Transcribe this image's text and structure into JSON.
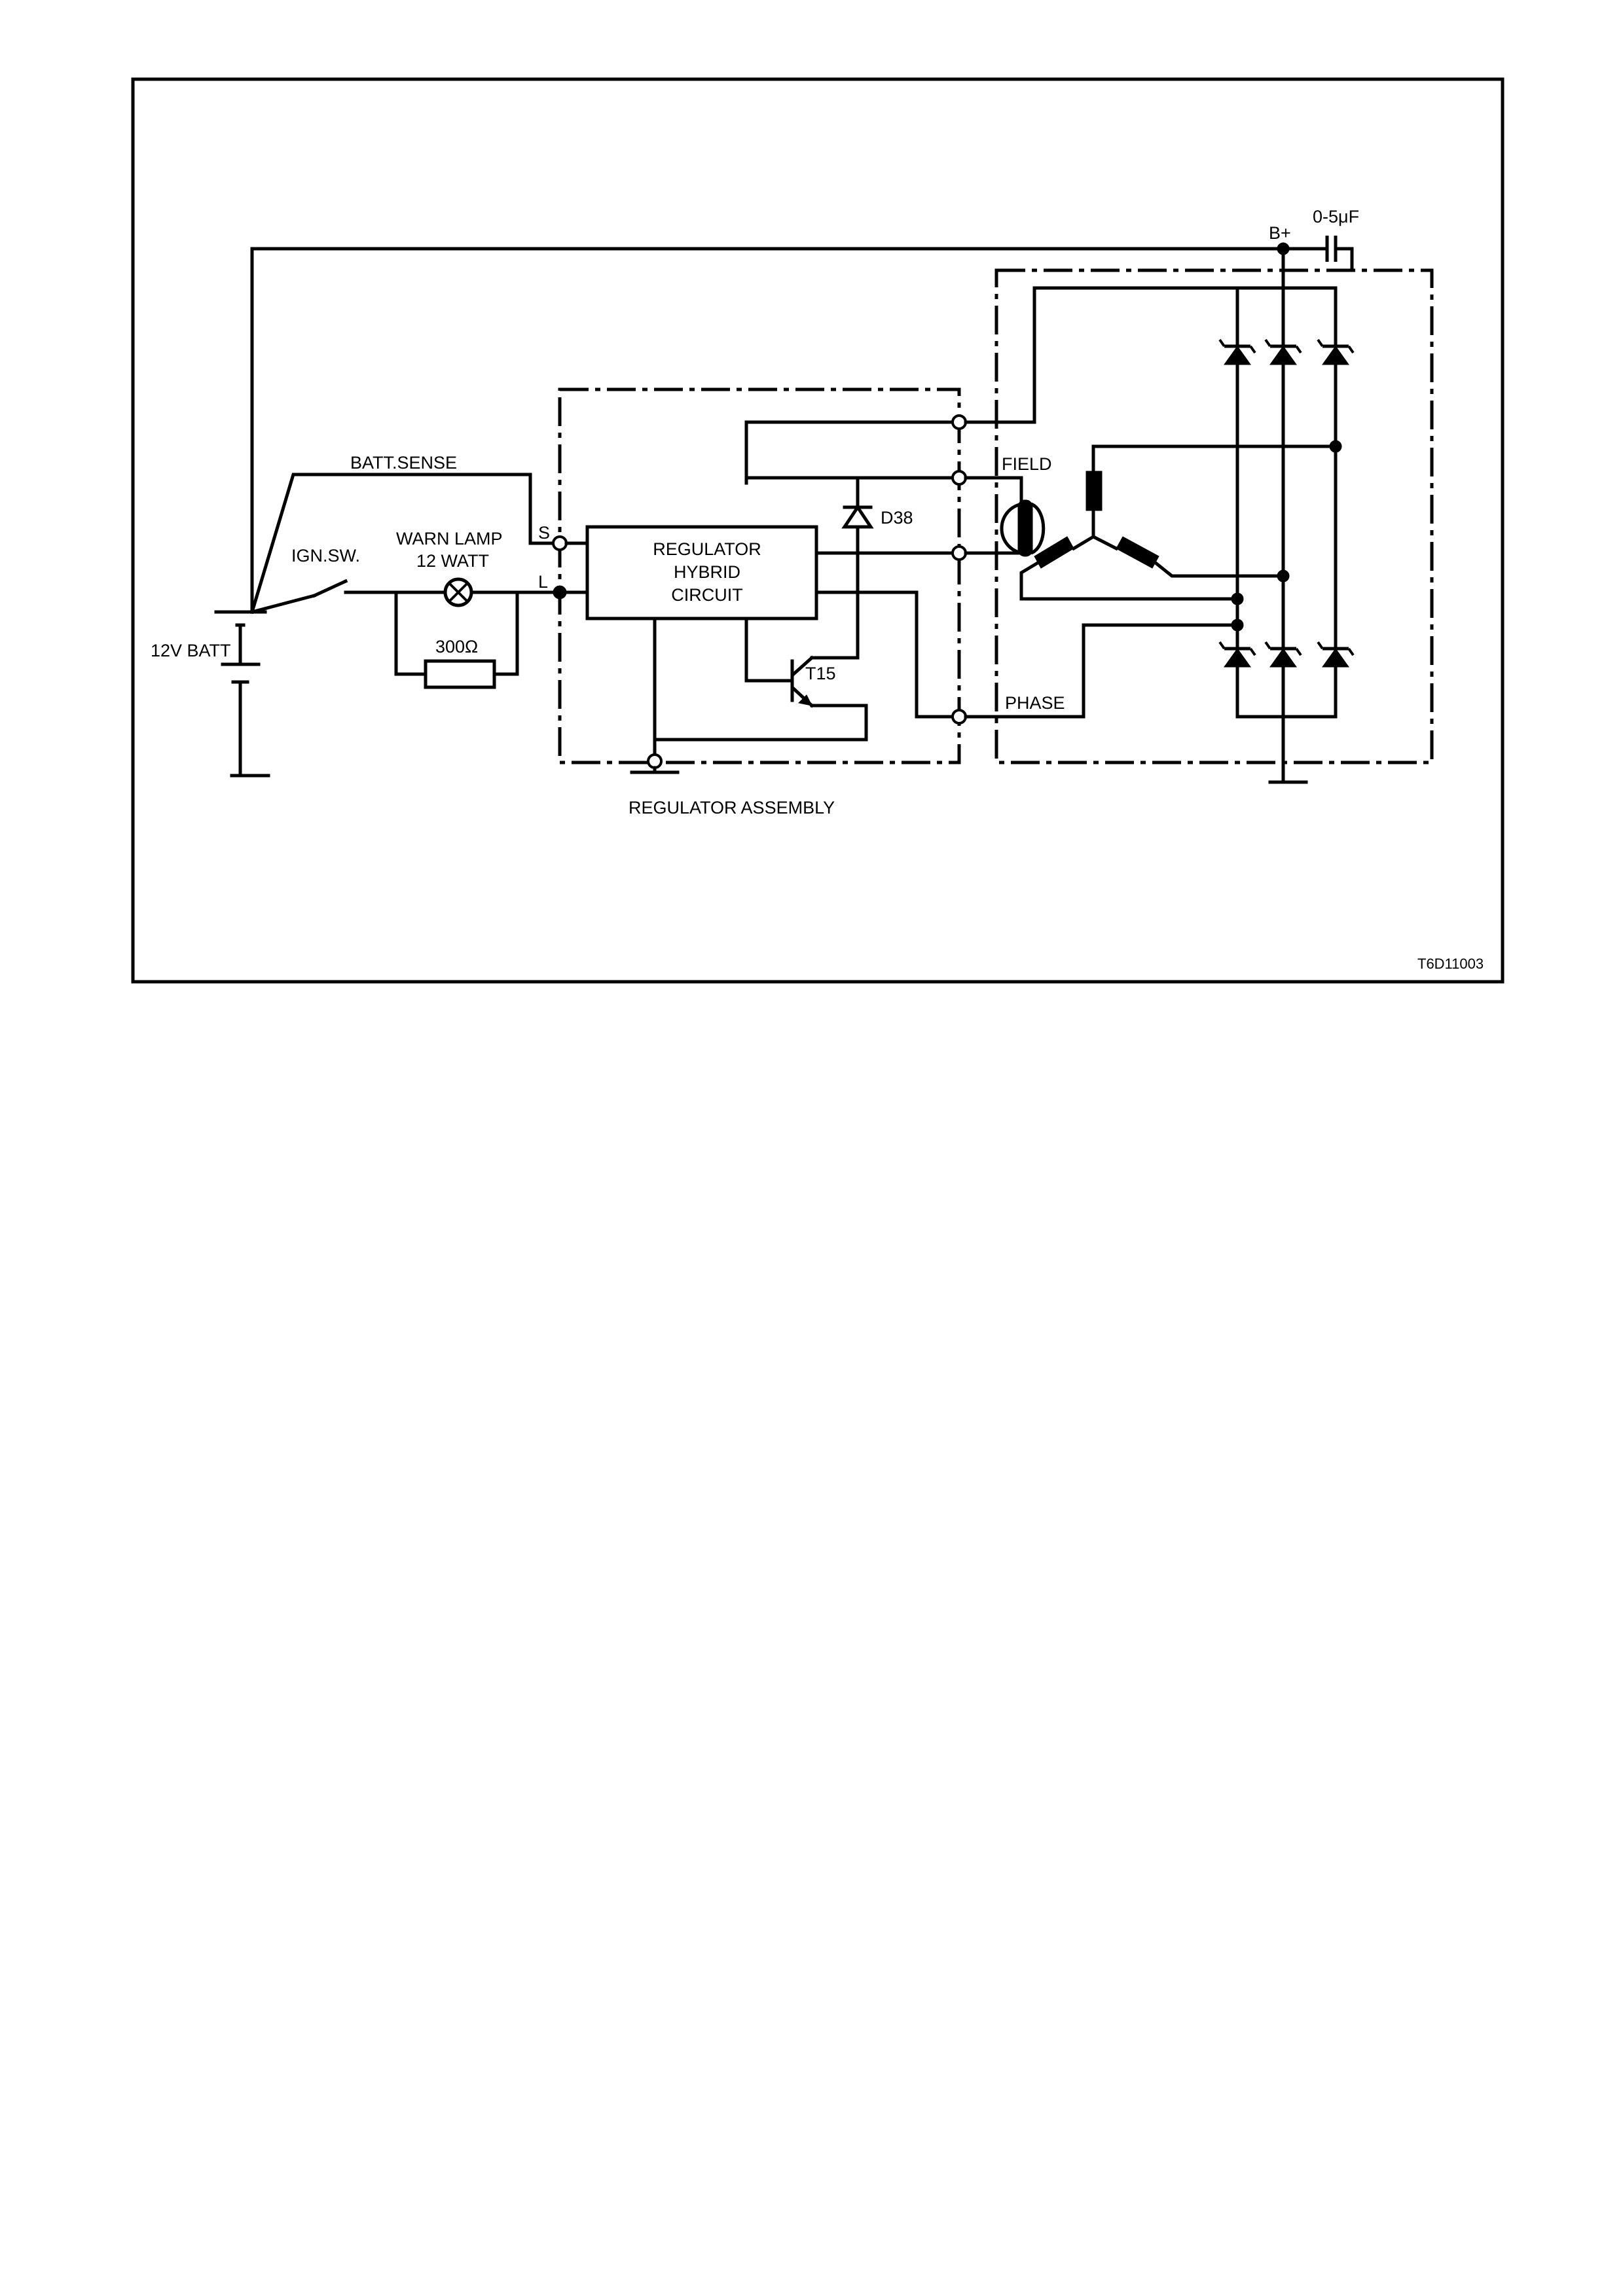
{
  "diagram": {
    "reference": "T6D11003",
    "labels": {
      "batt_sense": "BATT.SENSE",
      "ign_sw": "IGN.SW.",
      "warn_lamp_line1": "WARN LAMP",
      "warn_lamp_line2": "12 WATT",
      "resistor": "300Ω",
      "battery": "12V BATT",
      "terminal_s": "S",
      "terminal_l": "L",
      "regulator_line1": "REGULATOR",
      "regulator_line2": "HYBRID",
      "regulator_line3": "CIRCUIT",
      "diode": "D38",
      "transistor": "T15",
      "field": "FIELD",
      "phase": "PHASE",
      "b_plus": "B+",
      "capacitor": "0-5μF",
      "regulator_assembly": "REGULATOR ASSEMBLY"
    }
  }
}
